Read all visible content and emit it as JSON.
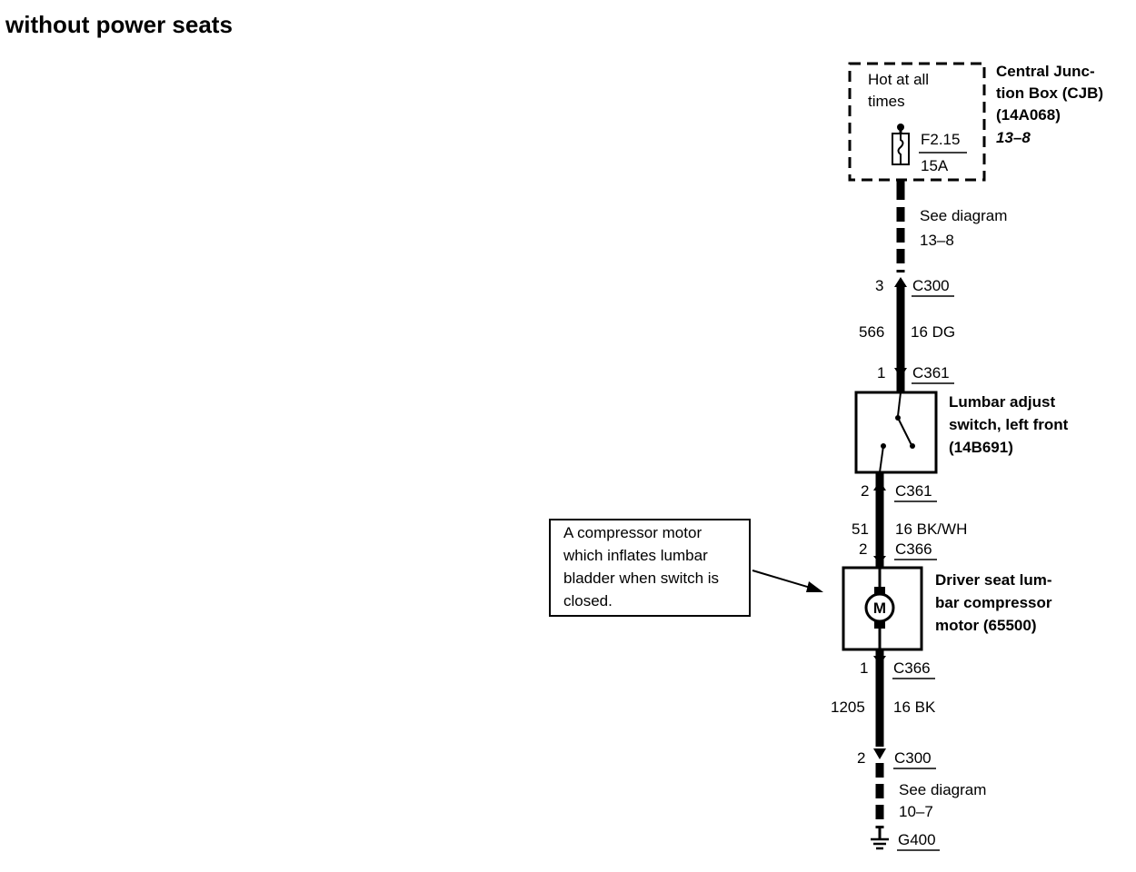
{
  "title": "without power seats",
  "cjb": {
    "inner_line1": "Hot at all",
    "inner_line2": "times",
    "fuse_id": "F2.15",
    "fuse_rating": "15A",
    "name_line1": "Central Junc-",
    "name_line2": "tion Box (CJB)",
    "part_no": "(14A068)",
    "ref": "13–8"
  },
  "see_diagram_top": {
    "line1": "See diagram",
    "line2": "13–8"
  },
  "conn_c300_top": {
    "pin": "3",
    "name": "C300"
  },
  "wire_566": {
    "circuit": "566",
    "spec": "16 DG"
  },
  "conn_c361_top": {
    "pin": "1",
    "name": "C361"
  },
  "lumbar_switch": {
    "line1": "Lumbar adjust",
    "line2": "switch, left front",
    "line3": "(14B691)"
  },
  "conn_c361_bottom": {
    "pin": "2",
    "name": "C361"
  },
  "wire_51": {
    "circuit": "51",
    "spec": "16 BK/WH"
  },
  "conn_c366_top": {
    "pin": "2",
    "name": "C366"
  },
  "callout": {
    "line1": "A compressor motor",
    "line2": "which inflates lumbar",
    "line3": "bladder when switch is",
    "line4": "closed."
  },
  "motor": {
    "symbol": "M",
    "line1": "Driver seat lum-",
    "line2": "bar compressor",
    "line3": "motor (65500)"
  },
  "conn_c366_bottom": {
    "pin": "1",
    "name": "C366"
  },
  "wire_1205": {
    "circuit": "1205",
    "spec": "16 BK"
  },
  "conn_c300_bottom": {
    "pin": "2",
    "name": "C300"
  },
  "see_diagram_bottom": {
    "line1": "See diagram",
    "line2": "10–7"
  },
  "ground": {
    "name": "G400"
  }
}
